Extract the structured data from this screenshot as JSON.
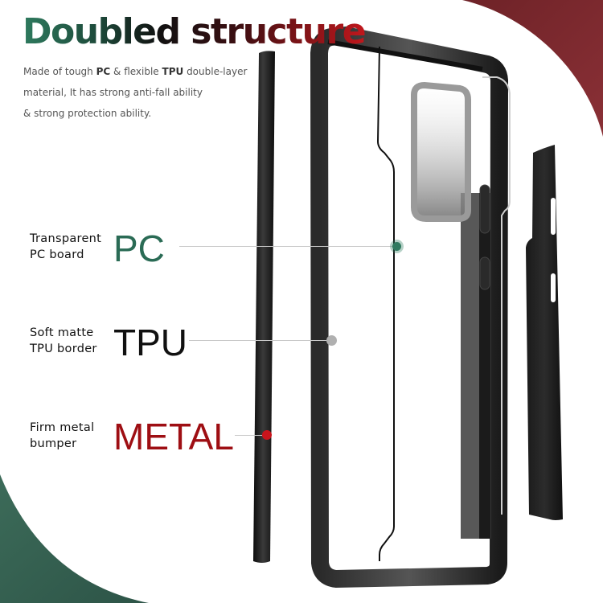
{
  "header": {
    "title": "Doubled structure",
    "description": {
      "line1_pre": "Made of tough ",
      "line1_b1": "PC",
      "line1_mid": " & flexible ",
      "line1_b2": "TPU",
      "line1_post": " double-layer",
      "line2": "material, It has strong anti-fall ability",
      "line3": "& strong protection ability."
    }
  },
  "callouts": [
    {
      "small_line1": "Transparent",
      "small_line2": "PC board",
      "big": "PC",
      "color": "#2a6b55"
    },
    {
      "small_line1": "Soft matte",
      "small_line2": "TPU border",
      "big": "TPU",
      "color": "#111111"
    },
    {
      "small_line1": "Firm metal",
      "small_line2": "bumper",
      "big": "METAL",
      "color": "#9e0e13"
    }
  ],
  "colors": {
    "corner_top_right": "#7c2a30",
    "corner_bottom_left": "#35604f",
    "pc_dot": "#2f7a5f",
    "tpu_dot": "#b0b0b0",
    "metal_dot": "#c8141c"
  }
}
